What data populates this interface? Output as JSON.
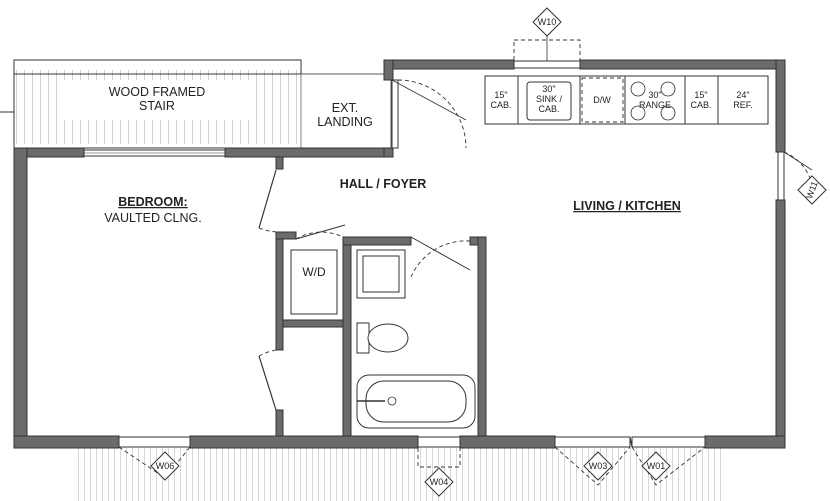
{
  "rooms": {
    "wood_framed_stair_line1": "WOOD FRAMED",
    "wood_framed_stair_line2": "STAIR",
    "ext_landing_line1": "EXT.",
    "ext_landing_line2": "LANDING",
    "hall_foyer": "HALL / FOYER",
    "bedroom_title": "BEDROOM:",
    "bedroom_sub": "VAULTED CLNG.",
    "living_kitchen": "LIVING / KITCHEN",
    "wd": "W/D"
  },
  "cabinets": [
    {
      "line1": "15\"",
      "line2": "CAB."
    },
    {
      "line1": "30\"",
      "line2": "SINK /",
      "line3": "CAB."
    },
    {
      "line1": "D/W"
    },
    {
      "line1": "30\"",
      "line2": "RANGE"
    },
    {
      "line1": "15\"",
      "line2": "CAB."
    },
    {
      "line1": "24\"",
      "line2": "REF."
    }
  ],
  "window_tags": {
    "w10": "W10",
    "w11": "W11",
    "w06": "W06",
    "w04": "W04",
    "w03": "W03",
    "w01": "W01"
  }
}
